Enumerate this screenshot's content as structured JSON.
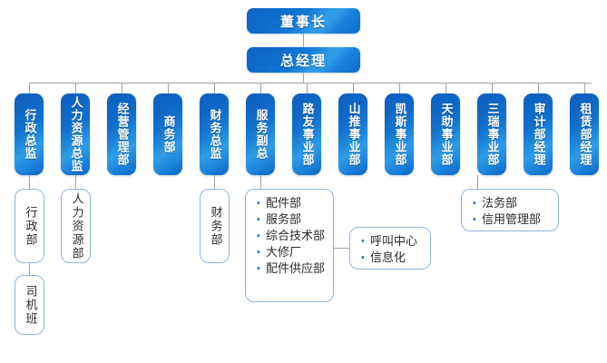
{
  "meta": {
    "title": "组织架构图",
    "accent_color": "#1272cf",
    "line_color": "#9aa3ad",
    "subbox_border_color": "#8fb4dd",
    "background": "#ffffff"
  },
  "executive": [
    {
      "id": "chairman",
      "label": "董事长"
    },
    {
      "id": "general-manager",
      "label": "总经理"
    }
  ],
  "departments": [
    {
      "id": "admin-director",
      "label": "行政总监"
    },
    {
      "id": "hr-director",
      "label": "人力资源总监"
    },
    {
      "id": "operations-mgmt-dept",
      "label": "经营管理部"
    },
    {
      "id": "business-dept",
      "label": "商务部"
    },
    {
      "id": "finance-director",
      "label": "财务总监"
    },
    {
      "id": "service-vp",
      "label": "服务副总"
    },
    {
      "id": "luyou-division",
      "label": "路友事业部"
    },
    {
      "id": "shantui-division",
      "label": "山推事业部"
    },
    {
      "id": "kaisi-division",
      "label": "凯斯事业部"
    },
    {
      "id": "tianzhu-division",
      "label": "天助事业部"
    },
    {
      "id": "sanrui-division",
      "label": "三瑞事业部"
    },
    {
      "id": "audit-dept-manager",
      "label": "审计部经理"
    },
    {
      "id": "leasing-dept-manager",
      "label": "租赁部经理"
    }
  ],
  "sub_units": [
    {
      "id": "admin-dept",
      "label": "行政部"
    },
    {
      "id": "hr-dept",
      "label": "人力资源部"
    },
    {
      "id": "driver-team",
      "label": "司机班"
    },
    {
      "id": "finance-dept",
      "label": "财务部"
    }
  ],
  "service_units": {
    "id": "service-unit-list",
    "items": [
      "配件部",
      "服务部",
      "综合技术部",
      "大修厂",
      "配件供应部"
    ]
  },
  "support_units": {
    "id": "support-unit-list",
    "items": [
      "呼叫中心",
      "信息化"
    ]
  },
  "sanrui_units": {
    "id": "sanrui-unit-list",
    "items": [
      "法务部",
      "信用管理部"
    ]
  }
}
